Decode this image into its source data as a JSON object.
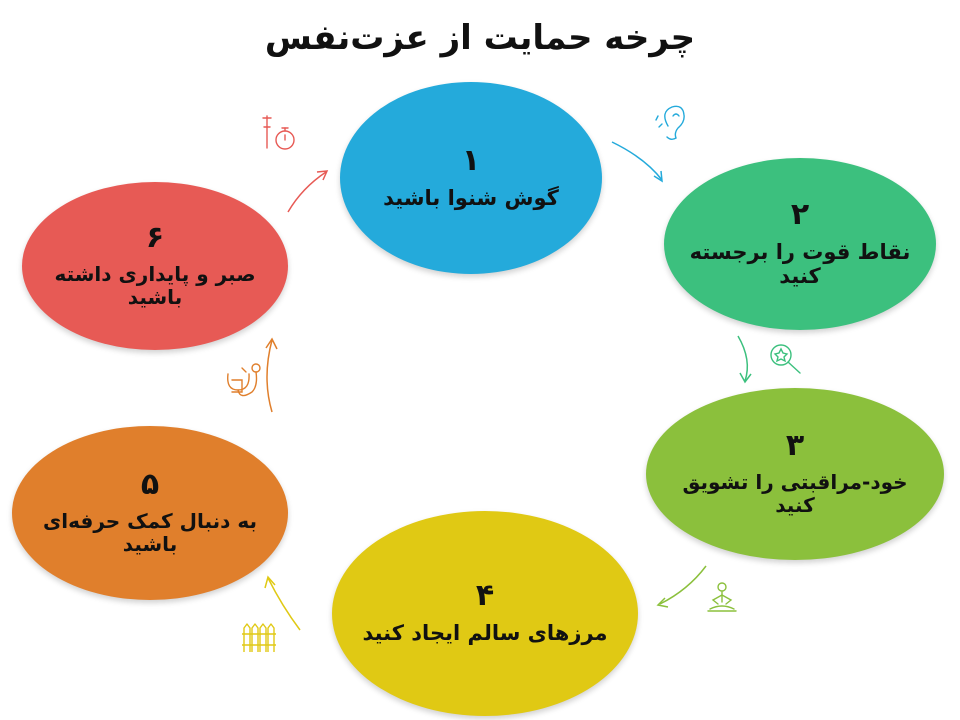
{
  "title": "چرخه حمایت از عزت‌نفس",
  "steps": [
    {
      "num": "۱",
      "label": "گوش شنوا باشید",
      "color": "#24aadb",
      "icon": "ear-icon"
    },
    {
      "num": "۲",
      "label": "نقاط قوت را برجسته کنید",
      "color": "#3cc07e",
      "icon": "star-magnifier-icon"
    },
    {
      "num": "۳",
      "label": "خود-مراقبتی را تشویق کنید",
      "color": "#8bc03c",
      "icon": "meditation-icon"
    },
    {
      "num": "۴",
      "label": "مرزهای سالم ایجاد کنید",
      "color": "#e0c914",
      "icon": "fence-icon"
    },
    {
      "num": "۵",
      "label": "به دنبال کمک حرفه‌ای باشید",
      "color": "#e07f2c",
      "icon": "stethoscope-icon"
    },
    {
      "num": "۶",
      "label": "صبر و پایداری داشته باشید",
      "color": "#e75a55",
      "icon": "stopwatch-icon"
    }
  ]
}
